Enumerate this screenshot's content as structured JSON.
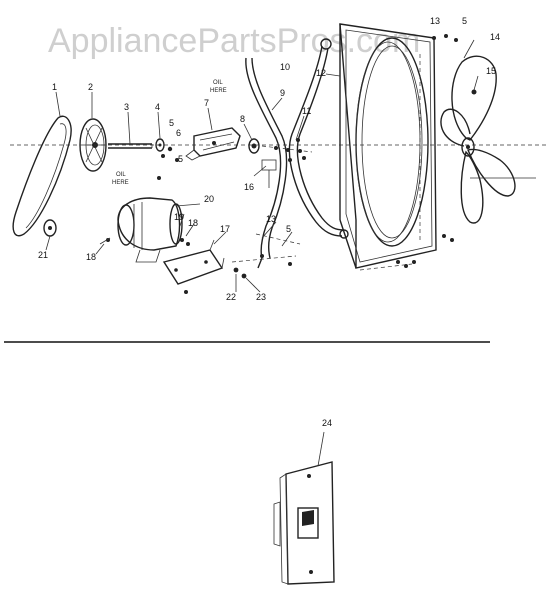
{
  "watermark": "AppliancePartsPros.com",
  "notes": {
    "oil_here_top_line1": "OIL",
    "oil_here_top_line2": "HERE",
    "oil_here_left_line1": "OIL",
    "oil_here_left_line2": "HERE"
  },
  "callouts": {
    "c1": "1",
    "c2": "2",
    "c3": "3",
    "c4": "4",
    "c5a": "5",
    "c5b": "5",
    "c5c": "5",
    "c5d": "5",
    "c6": "6",
    "c7": "7",
    "c8": "8",
    "c9": "9",
    "c10": "10",
    "c11": "11",
    "c12": "12",
    "c13a": "13",
    "c13b": "13",
    "c14": "14",
    "c15": "15",
    "c16": "16",
    "c17": "17",
    "c18a": "18",
    "c18b": "18",
    "c19": "19",
    "c20": "20",
    "c21": "21",
    "c22": "22",
    "c23": "23",
    "c24": "24"
  }
}
